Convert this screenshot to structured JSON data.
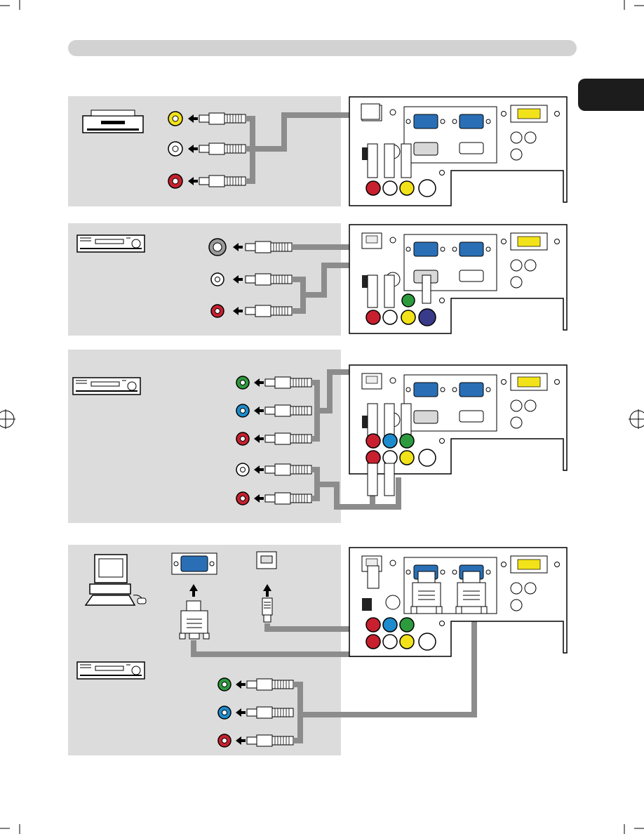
{
  "page": {
    "header_bar_label": "",
    "side_tab_label": ""
  },
  "colors": {
    "panel_bg": "#dcdcdc",
    "cable": "#8c8c8c",
    "jack_yellow": "#f2e21a",
    "jack_red": "#c8202e",
    "jack_white": "#ffffff",
    "jack_green": "#2e9a3e",
    "jack_blue": "#1e8ccc",
    "vga_blue": "#2a6fb6",
    "svideo_purple": "#3a3a8a"
  },
  "sections": [
    {
      "id": "vcr-composite",
      "device": "vcr-icon",
      "connectors": [
        "yellow-rca-jack",
        "white-rca-jack",
        "red-rca-jack"
      ]
    },
    {
      "id": "dvd-svideo",
      "device": "dvd-player-icon",
      "connectors": [
        "s-video-jack",
        "white-rca-jack",
        "red-rca-jack"
      ]
    },
    {
      "id": "dvd-component",
      "device": "dvd-player-icon",
      "connectors": [
        "green-rca-jack",
        "blue-rca-jack",
        "red-rca-jack",
        "white-rca-jack",
        "red-rca-jack"
      ]
    },
    {
      "id": "computer-network-component",
      "device": "computer-icon",
      "connectors": [
        "vga-port",
        "lan-port",
        "green-rca-jack",
        "blue-rca-jack",
        "red-rca-jack"
      ]
    }
  ]
}
